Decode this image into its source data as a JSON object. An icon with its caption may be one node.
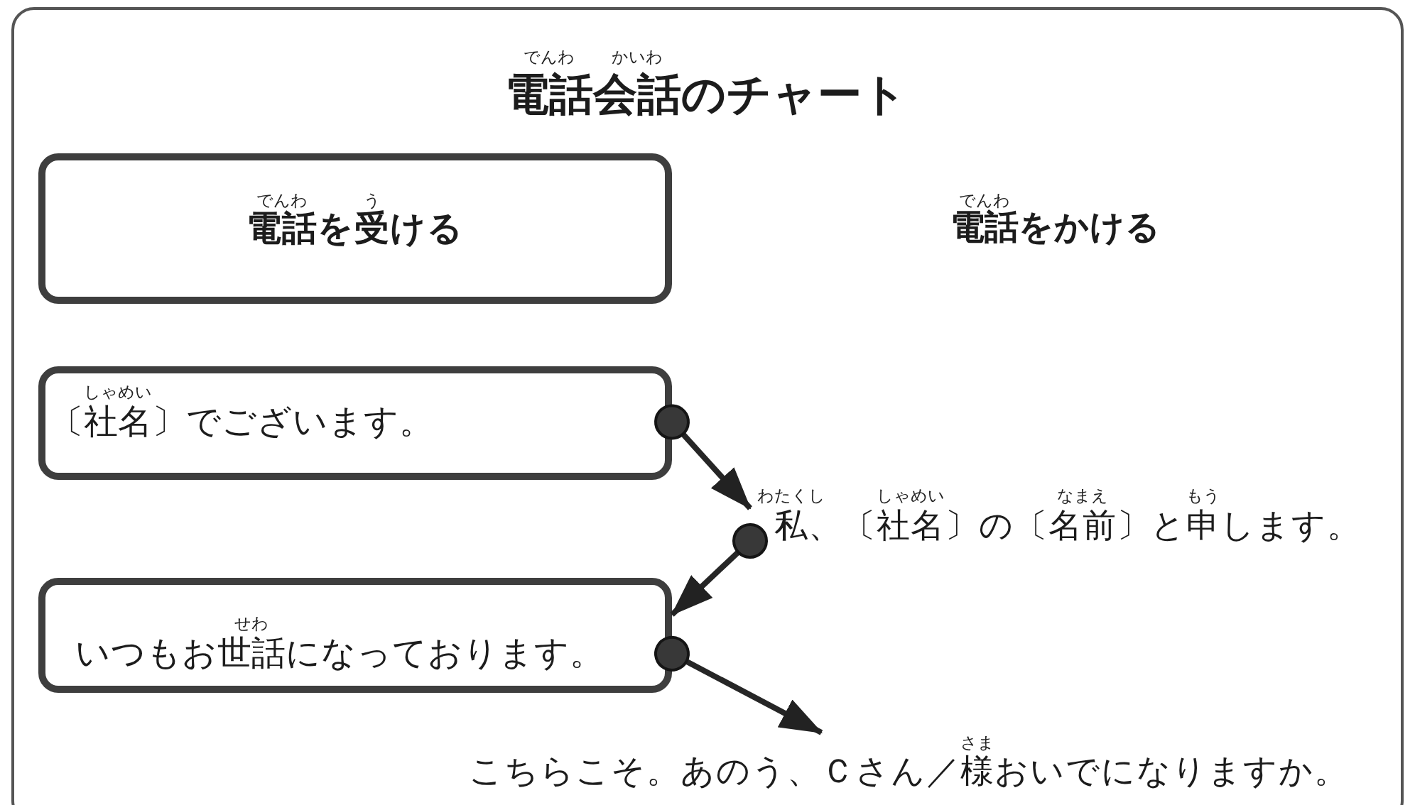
{
  "diagram": {
    "title": "電話会話のチャート",
    "nodes": [
      {
        "text": [
          "でんわ",
          "う",
          "電話を受ける"
        ]
      },
      {
        "text": [
          "しゃめい",
          "〔社名〕でございます。"
        ]
      },
      {
        "text": [
          "わたくし",
          "しゃめい",
          "なまえ",
          "もう",
          "私、〔社名〕の〔名前〕と申します。"
        ]
      },
      {
        "text": [
          "せわ",
          "いつもお世話になっております。"
        ]
      },
      {
        "text": [
          "さま",
          "こちらこそ。あのう、Ｃさん／様おいでになりますか。"
        ]
      }
    ],
    "edges": [
      {
        "from": 1,
        "to": 2,
        "arrow": "to"
      },
      {
        "from": 2,
        "to": 3,
        "arrow": "to"
      },
      {
        "from": 3,
        "to": 4,
        "arrow": "to"
      }
    ],
    "labels": [
      "でんわ",
      "かいわ",
      "でんわ",
      "電話をかける"
    ]
  }
}
